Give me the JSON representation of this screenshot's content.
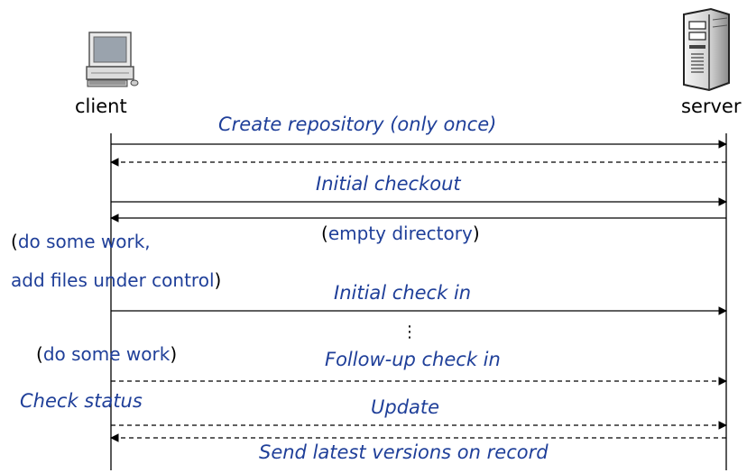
{
  "participants": {
    "client": {
      "label": "client",
      "icon": "desktop-computer-icon"
    },
    "server": {
      "label": "server",
      "icon": "server-tower-icon"
    }
  },
  "messages": {
    "create_repository": "Create repository (only once)",
    "initial_checkout": "Initial checkout",
    "empty_directory": "empty directory",
    "initial_check_in": "Initial check in",
    "ellipsis": "⋮",
    "follow_up_check_in": "Follow-up check in",
    "update": "Update",
    "send_latest": "Send latest versions on record"
  },
  "client_notes": {
    "do_some_work_1": "do some work,",
    "add_files": "add files under control",
    "do_some_work_2": "do some work",
    "check_status": "Check status"
  },
  "colors": {
    "message_text": "#1f3f99",
    "lines": "#000000"
  }
}
